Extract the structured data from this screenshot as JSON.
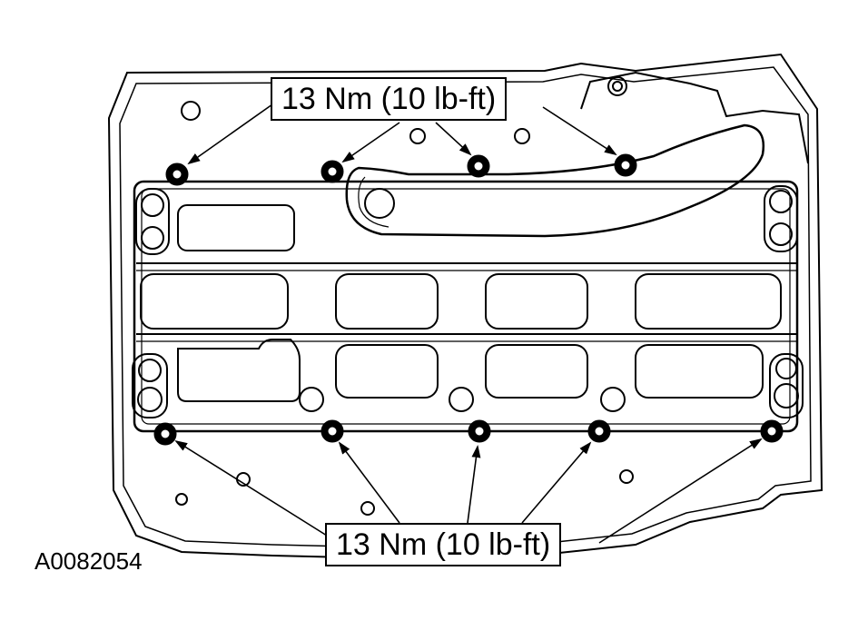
{
  "figure": {
    "id": "A0082054",
    "callouts": [
      {
        "key": "top",
        "text": "13 Nm (10 lb-ft)",
        "bolt_count": 4
      },
      {
        "key": "bottom",
        "text": "13 Nm (10 lb-ft)",
        "bolt_count": 5
      }
    ]
  },
  "colors": {
    "ink": "#000000",
    "paper": "#ffffff"
  }
}
